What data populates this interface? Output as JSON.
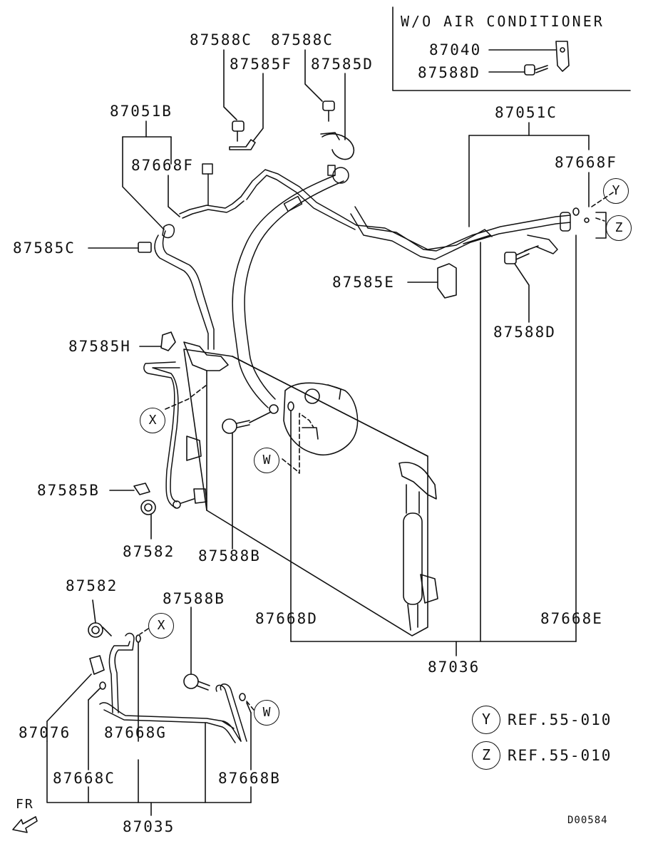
{
  "inset": {
    "title": "W/O AIR CONDITIONER",
    "parts": [
      "87040",
      "87588D"
    ]
  },
  "labels": {
    "p87588C_a": "87588C",
    "p87588C_b": "87588C",
    "p87585F": "87585F",
    "p87585D": "87585D",
    "p87051B": "87051B",
    "p87668F_left": "87668F",
    "p87051C": "87051C",
    "p87668F_right": "87668F",
    "p87585C": "87585C",
    "p87585E": "87585E",
    "p87588D": "87588D",
    "p87585H": "87585H",
    "p87585B": "87585B",
    "p87582_upper": "87582",
    "p87588B_upper": "87588B",
    "p87668D": "87668D",
    "p87668E": "87668E",
    "p87036": "87036",
    "p87582_lower": "87582",
    "p87588B_lower": "87588B",
    "p87076": "87076",
    "p87668G": "87668G",
    "p87668C": "87668C",
    "p87668B": "87668B",
    "p87035": "87035"
  },
  "markers": {
    "X": "X",
    "W": "W",
    "Y": "Y",
    "Z": "Z"
  },
  "references": [
    {
      "marker": "Y",
      "text": "REF.55-010"
    },
    {
      "marker": "Z",
      "text": "REF.55-010"
    }
  ],
  "front_indicator": "FR",
  "diagram_code": "D00584"
}
